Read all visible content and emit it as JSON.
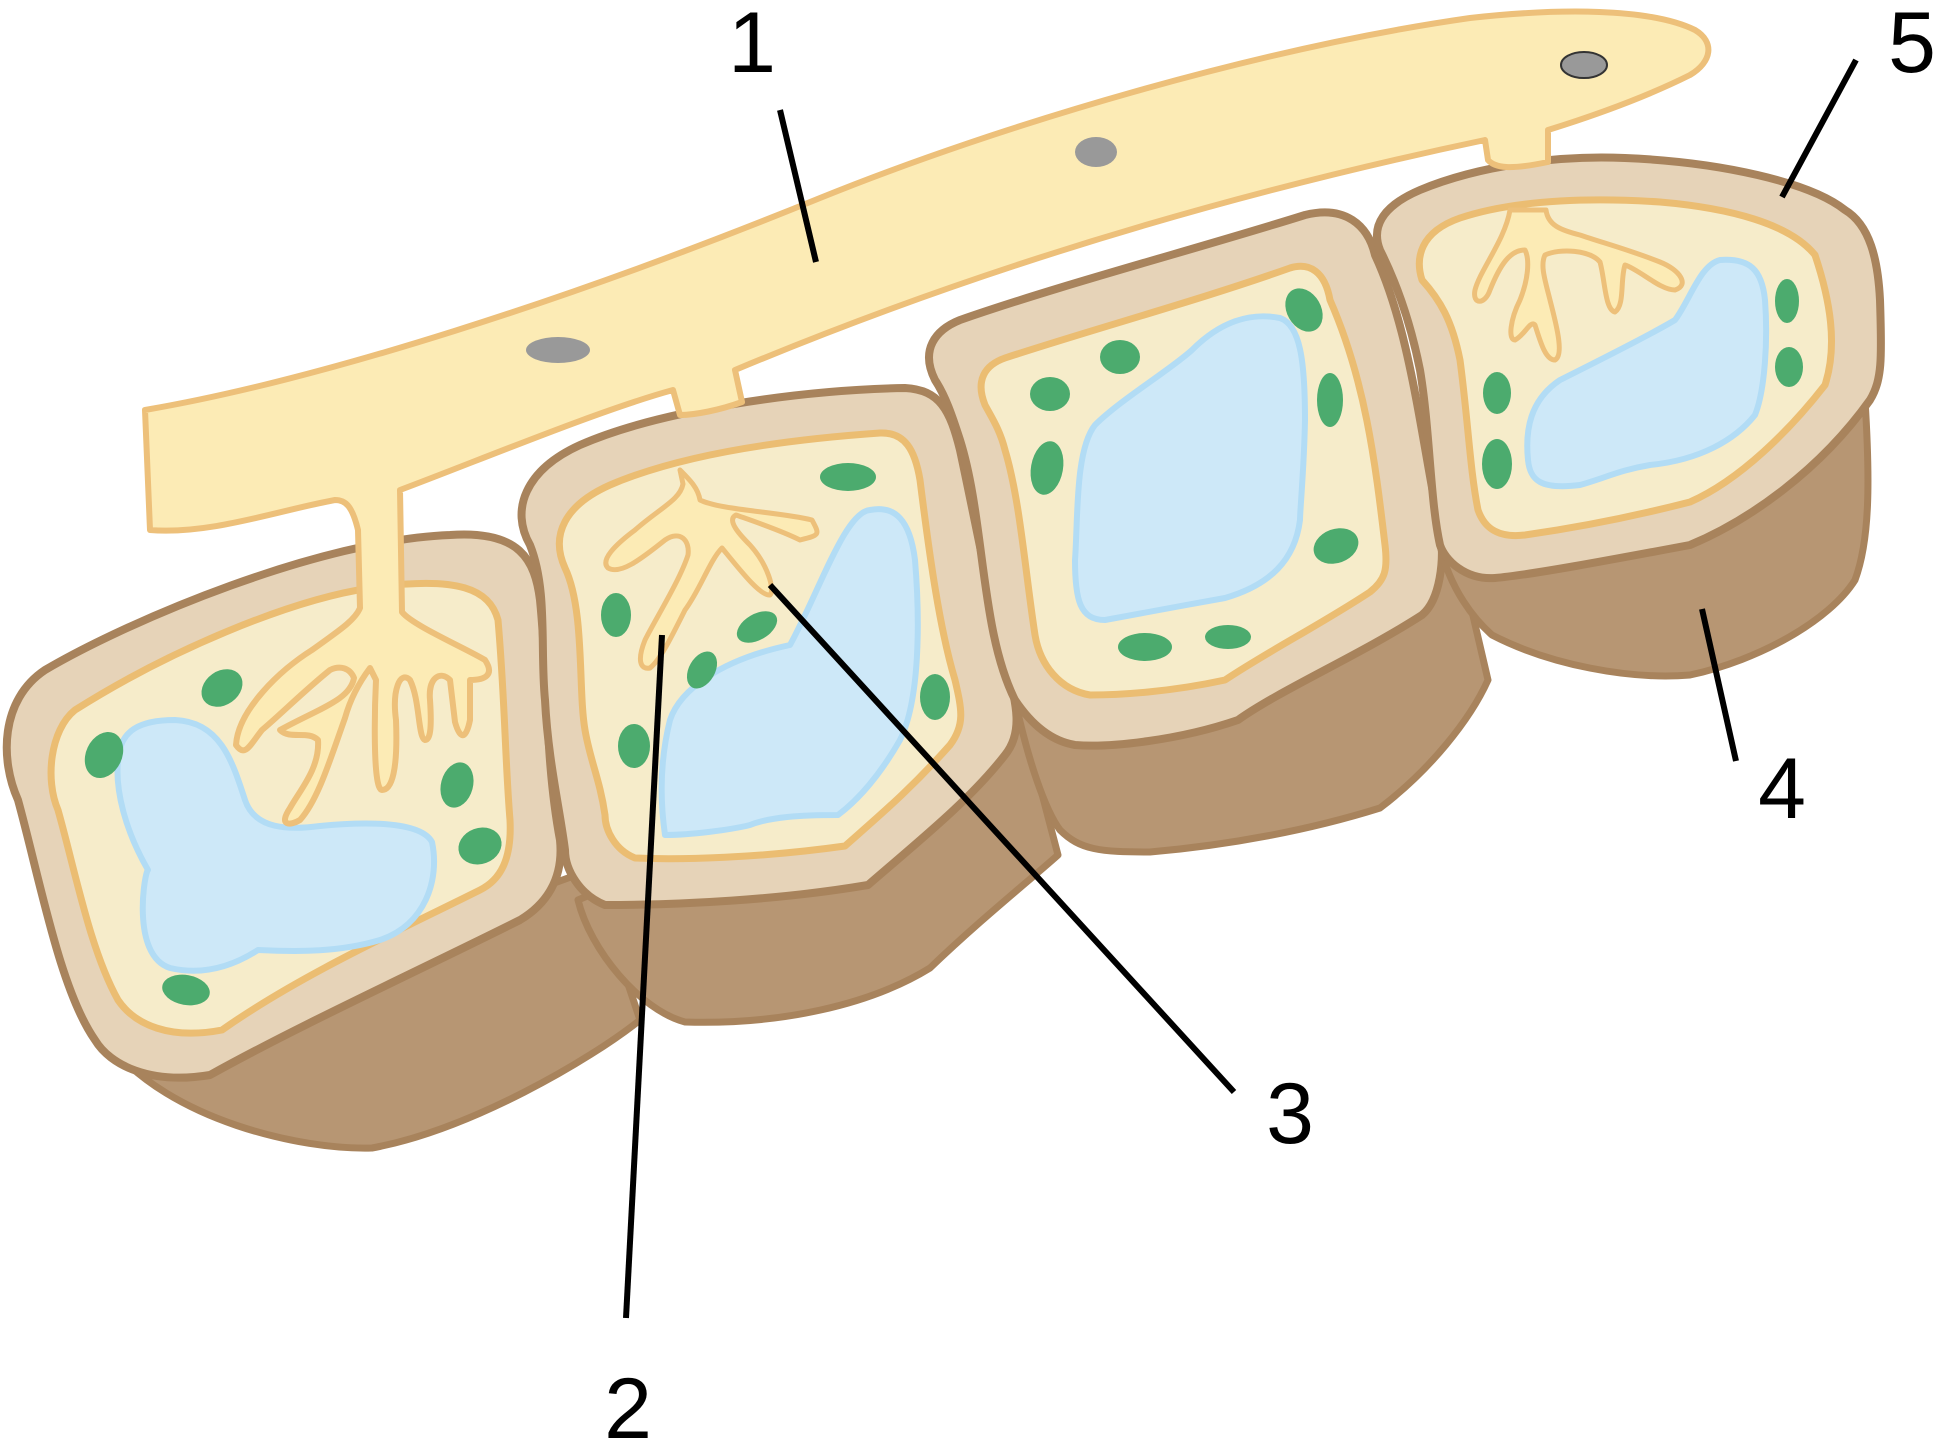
{
  "labels": {
    "l1": "1",
    "l2": "2",
    "l3": "3",
    "l4": "4",
    "l5": "5"
  },
  "colors": {
    "hypha_fill": "#fcebb5",
    "hypha_stroke": "#edc07a",
    "nucleus": "#999999",
    "wall_outer": "#e6d3b8",
    "wall_stroke": "#a8835c",
    "cell_side": "#b79673",
    "cytoplasm": "#f6ecca",
    "membrane": "#ebbd72",
    "vacuole_fill": "#cde8f8",
    "vacuole_stroke": "#b2dcf5",
    "chloroplast": "#4cab6e",
    "leader": "#000000"
  }
}
